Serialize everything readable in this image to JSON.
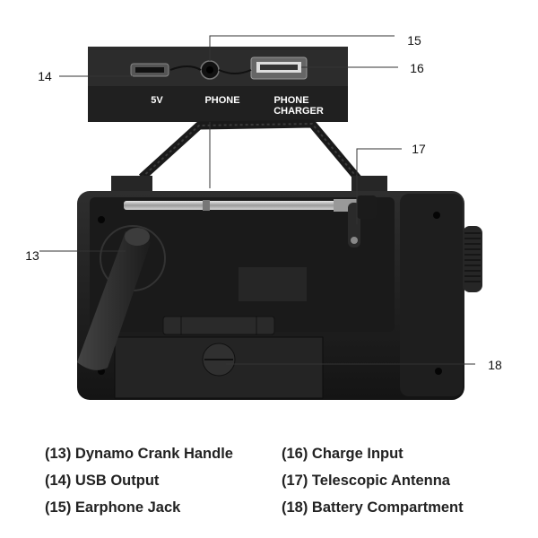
{
  "ports": {
    "usb_label": "5V",
    "phone_label": "PHONE",
    "charger_line1": "PHONE",
    "charger_line2": "CHARGER"
  },
  "callouts": [
    "13",
    "14",
    "15",
    "16",
    "17",
    "18"
  ],
  "legend": {
    "left": [
      "(13) Dynamo Crank Handle",
      "(14) USB Output",
      "(15) Earphone Jack"
    ],
    "right": [
      "(16) Charge Input",
      "(17) Telescopic Antenna",
      "(18) Battery Compartment"
    ]
  },
  "colors": {
    "body": "#1b1b1b",
    "panel": "#2a2a2a",
    "antenna": "#bdbdbd",
    "line": "#333333"
  }
}
